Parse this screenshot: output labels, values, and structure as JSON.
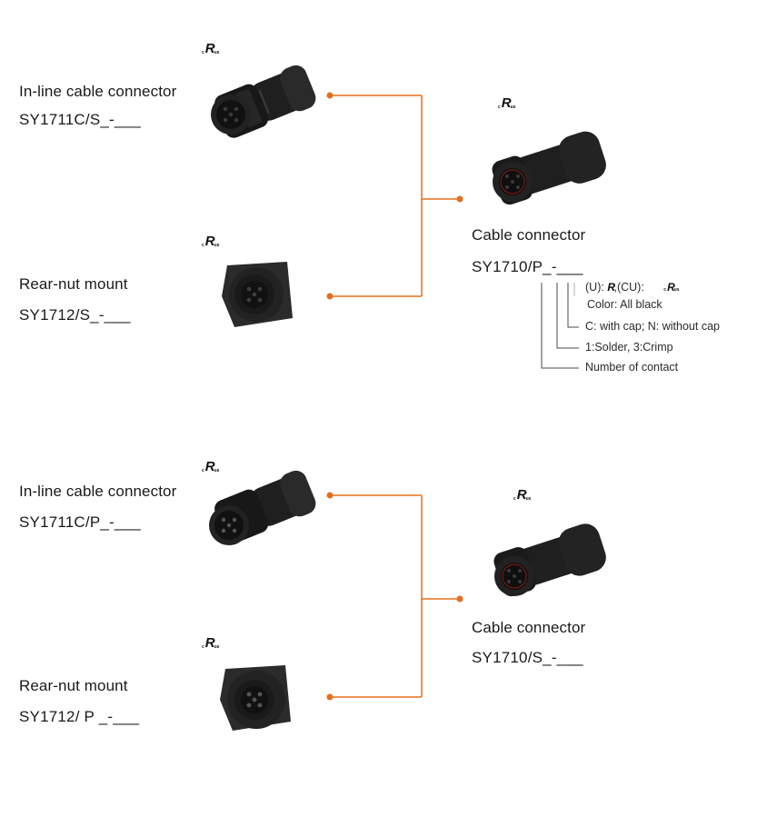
{
  "colors": {
    "connector_line": "#e3701c",
    "bracket_line": "#4a4a4a",
    "product_body": "#1c1c1c"
  },
  "cert_mark": {
    "icon": "ul-recognized-icon",
    "c": "c",
    "r": "R",
    "us": "us"
  },
  "group_top": {
    "item1": {
      "title": "In-line cable connector",
      "code": "SY1711C/S_-___"
    },
    "item2": {
      "title": "Rear-nut mount",
      "code": "SY1712/S_-___"
    },
    "target": {
      "title": "Cable connector",
      "code": "SY1710/P_-___"
    },
    "legend": {
      "cert_line": {
        "u": "(U):",
        "cu": ",(CU):"
      },
      "color": "Color: All black",
      "cap": "C: with cap; N: without cap",
      "termination": "1:Solder, 3:Crimp",
      "contacts": "Number of contact"
    }
  },
  "group_bottom": {
    "item1": {
      "title": "In-line cable connector",
      "code": "SY1711C/P_-___"
    },
    "item2": {
      "title": "Rear-nut mount",
      "code": "SY1712/ P _-___"
    },
    "target": {
      "title": "Cable connector",
      "code": "SY1710/S_-___"
    }
  }
}
